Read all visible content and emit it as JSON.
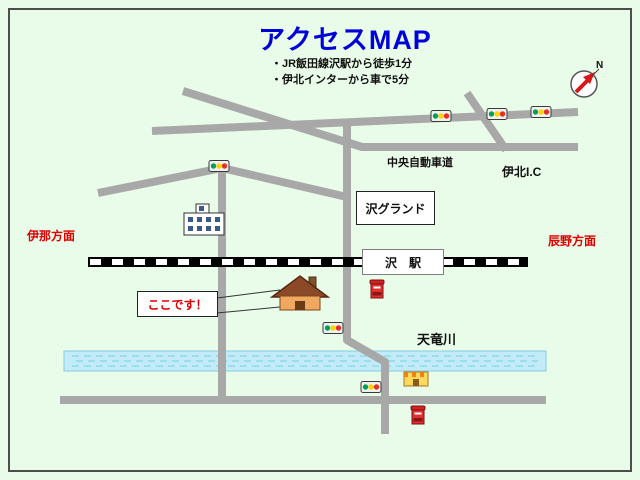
{
  "map": {
    "title": "アクセスMAP",
    "notes": [
      "・JR飯田線沢駅から徒歩1分",
      "・伊北インターから車で5分"
    ],
    "compass": {
      "label": "N"
    },
    "labels": {
      "expressway": "中央自動車道",
      "interchange": "伊北I.C",
      "ground": "沢グランド",
      "station": "沢　駅",
      "here_marker": "ここです！",
      "river": "天竜川",
      "direction_left": "伊那方面",
      "direction_right": "辰野方面"
    },
    "icons": {
      "compass": "compass-icon",
      "traffic_light": "traffic-light-icon",
      "building": "building-icon",
      "house": "destination-house-icon",
      "mailbox": "mailbox-icon",
      "shop": "shop-icon"
    },
    "colors": {
      "background": "#e9fbe9",
      "border": "#4d4d4d",
      "title": "#0000d8",
      "road": "#a8a8a8",
      "river": "#c2ebf7",
      "railroad": "#000000",
      "accent_red": "#dd0000"
    }
  }
}
